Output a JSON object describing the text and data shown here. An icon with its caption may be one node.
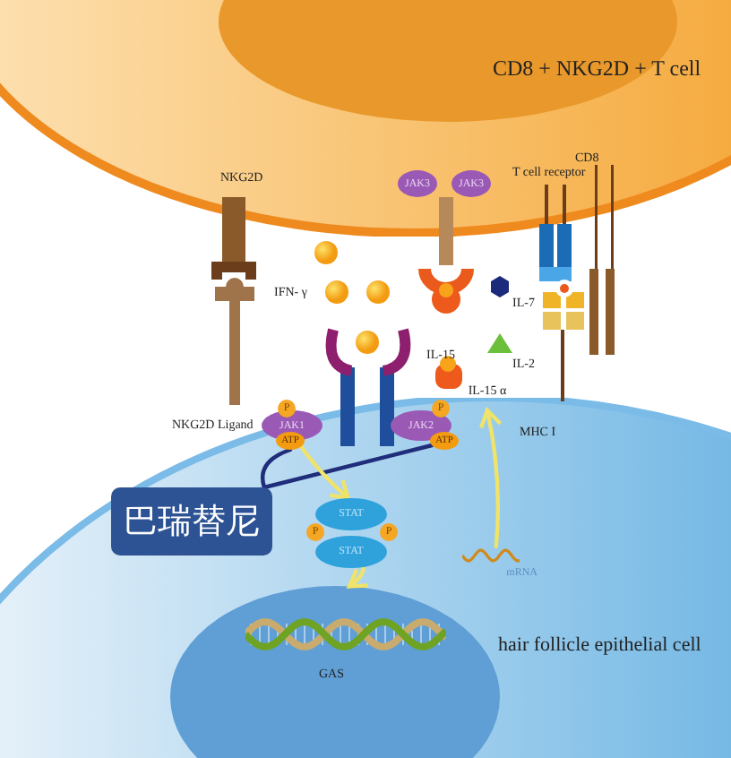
{
  "diagram": {
    "nodes": [
      {
        "text": [
          "CD8 + NKG2D + T  cell"
        ]
      },
      {
        "text": [
          "JAK3"
        ],
        "in": 0
      },
      {
        "text": [
          "JAK3"
        ],
        "in": 0
      },
      {
        "text": [
          "hair follicle epithelial cell"
        ]
      },
      {
        "text": [
          "JAK1"
        ],
        "in": 3
      },
      {
        "text": [
          "P"
        ],
        "in": 3
      },
      {
        "text": [
          "ATP"
        ],
        "in": 3
      },
      {
        "text": [
          "JAK2"
        ],
        "in": 3
      },
      {
        "text": [
          "P"
        ],
        "in": 3
      },
      {
        "text": [
          "ATP"
        ],
        "in": 3
      },
      {
        "text": [
          "巴瑞替尼"
        ],
        "in": 3
      },
      {
        "text": [
          "STAT"
        ],
        "in": 3
      },
      {
        "text": [
          "P"
        ],
        "in": 3
      },
      {
        "text": [
          "STAT"
        ],
        "in": 3
      },
      {
        "text": [
          "P"
        ],
        "in": 3
      },
      {
        "text": [
          "mRNA"
        ],
        "in": 3
      },
      {
        "text": [
          "GAS"
        ],
        "in": 3
      },
      {
        "text": [
          "IL-15 α"
        ]
      }
    ],
    "edges": [
      {
        "from": 10,
        "to": 6,
        "arrow": "none",
        "color": "#1f2d7a"
      },
      {
        "from": 10,
        "to": 9,
        "arrow": "none",
        "color": "#1f2d7a"
      },
      {
        "from": 4,
        "to": 11,
        "arrow": "to"
      },
      {
        "from": 13,
        "to": 16,
        "arrow": "to"
      },
      {
        "from": 15,
        "to": 17,
        "arrow": "to"
      }
    ],
    "labels": [
      "NKG2D",
      "CD8",
      "T cell receptor",
      "IFN- γ",
      "IL-7",
      "IL-15",
      "IL-2",
      "NKG2D Ligand",
      "MHC I"
    ]
  }
}
